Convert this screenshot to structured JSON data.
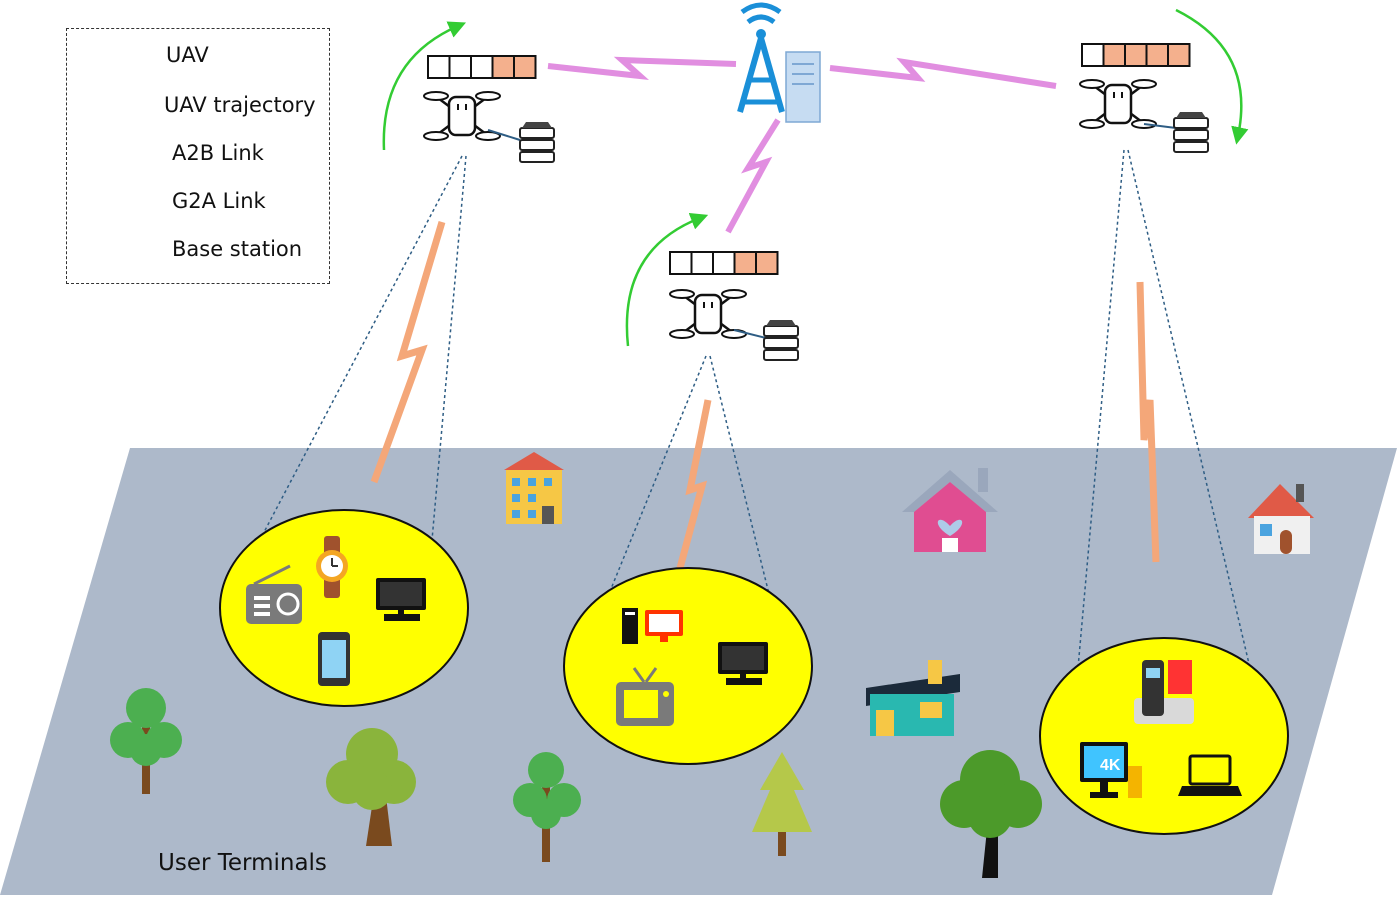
{
  "legend": {
    "uav": "UAV",
    "trajectory": "UAV trajectory",
    "a2b": "A2B Link",
    "g2a": "G2A Link",
    "base_station": "Base station"
  },
  "ground_label": "User Terminals",
  "screen_4k": "4K",
  "colors": {
    "ground": "#adb9ca",
    "cluster_fill": "#ffff00",
    "a2b_link": "#e18ee0",
    "g2a_link": "#f4a779",
    "trajectory": "#33cc33",
    "base_station": "#1a8fd8",
    "buffer_filled": "#f4b08d"
  },
  "uavs": [
    {
      "name": "uav-left",
      "buffer": [
        0,
        0,
        0,
        1,
        1
      ]
    },
    {
      "name": "uav-center",
      "buffer": [
        0,
        0,
        0,
        1,
        1
      ]
    },
    {
      "name": "uav-right",
      "buffer": [
        0,
        1,
        1,
        1,
        1
      ]
    }
  ]
}
